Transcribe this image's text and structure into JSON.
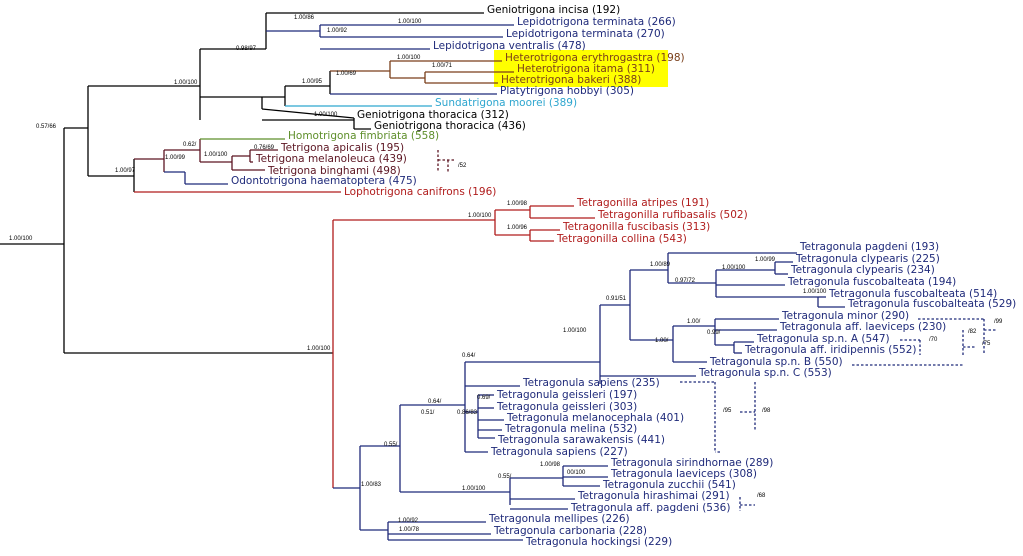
{
  "colors": {
    "black": "#000000",
    "navy": "#1f2a7a",
    "red": "#b01c1c",
    "maroon": "#5c1522",
    "green": "#5e8f2a",
    "cyan": "#2ea6cf",
    "brown": "#7a3f1a",
    "highlight": "#ffff00"
  },
  "taxa": [
    "Geniotrigona incisa (192)",
    "Lepidotrigona terminata (266)",
    "Lepidotrigona terminata (270)",
    "Lepidotrigona ventralis (478)",
    "Heterotrigona erythrogastra (198)",
    "Heterotrigona itama (311)",
    "Heterotrigona bakeri (388)",
    "Platytrigona hobbyi (305)",
    "Sundatrigona moorei (389)",
    "Geniotrigona thoracica (312)",
    "Geniotrigona thoracica (436)",
    "Homotrigona fimbriata (558)",
    "Tetrigona apicalis (195)",
    "Tetrigona melanoleuca (439)",
    "Tetrigona binghami (498)",
    "Odontotrigona haematoptera (475)",
    "Lophotrigona canifrons (196)",
    "Tetragonilla atripes (191)",
    "Tetragonilla rufibasalis (502)",
    "Tetragonilla fuscibasis (313)",
    "Tetragonilla collina (543)",
    "Tetragonula  pagdeni (193)",
    "Tetragonula clypearis (225)",
    "Tetragonula clypearis (234)",
    "Tetragonula fuscobalteata (194)",
    "Tetragonula fuscobalteata (514)",
    "Tetragonula fuscobalteata (529)",
    "Tetragonula minor (290)",
    "Tetragonula aff. laeviceps (230)",
    "Tetragonula sp.n. A (547)",
    "Tetragonula aff. iridipennis (552)",
    "Tetragonula sp.n. B (550)",
    "Tetragonula sp.n. C (553)",
    "Tetragonula sapiens (235)",
    "Tetragonula geissleri (197)",
    "Tetragonula geissleri (303)",
    "Tetragonula melanocephala (401)",
    "Tetragonula melina (532)",
    "Tetragonula sarawakensis (441)",
    "Tetragonula sapiens (227)",
    "Tetragonula sirindhornae (289)",
    "Tetragonula laeviceps (308)",
    "Tetragonula zucchii (541)",
    "Tetragonula hirashimai (291)",
    "Tetragonula aff. pagdeni (536)",
    "Tetragonula mellipes (226)",
    "Tetragonula carbonaria (228)",
    "Tetragonula hockingsi (229)"
  ],
  "supports": [
    "1.00/86",
    "1.00/100",
    "1.00/92",
    "0.98/97",
    "1.00/100",
    "1.00/71",
    "1.00/69",
    "1.00/95",
    "1.00/100",
    "1.00/100",
    "0.57/66",
    "0.62/",
    "0.76/69",
    "1.00/100",
    "1.00/99",
    "1.00/97",
    "1.00/100",
    "1.00/98",
    "1.00/100",
    "1.00/96",
    "1.00/89",
    "1.00/99",
    "1.00/100",
    "0.97/72",
    "1.00/100",
    "0.91/51",
    "1.00/",
    "0.99/",
    "1.00/",
    "1.00/100",
    "0.64/",
    "0.69/",
    "0.64/",
    "0.51/",
    "0.86/83",
    "0.55/",
    "1.00/98",
    "00/100",
    "0.55/",
    "1.00/100",
    "1.00/83",
    "1.00/92",
    "1.00/78",
    "1.00/100",
    "/52",
    "/70",
    "/82",
    "/75",
    "/99",
    "/95",
    "/98",
    "/68"
  ]
}
